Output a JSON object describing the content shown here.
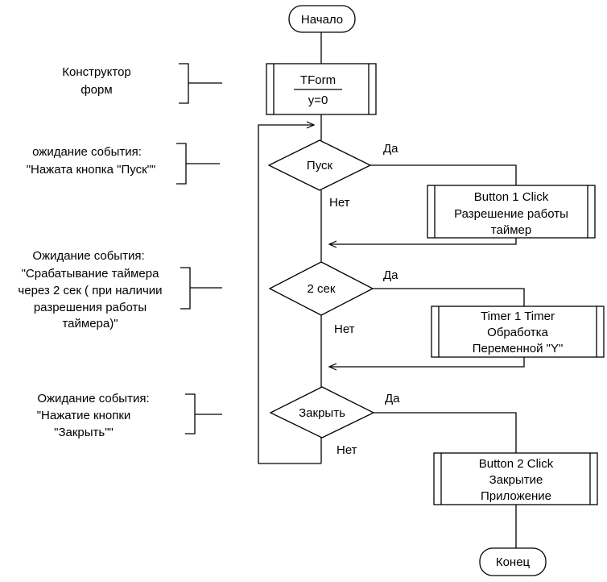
{
  "terminals": {
    "start": "Начало",
    "end": "Конец"
  },
  "init_block": {
    "title": "TForm",
    "body": "y=0"
  },
  "decisions": {
    "start": "Пуск",
    "timer": "2 сек",
    "close": "Закрыть"
  },
  "branch_labels": {
    "yes": "Да",
    "no": "Нет"
  },
  "processes": {
    "button1": [
      "Button 1 Click",
      "Разрешение работы",
      "таймер"
    ],
    "timer1": [
      "Timer 1 Timer",
      "Обработка",
      "Переменной \"Y\""
    ],
    "button2": [
      "Button 2 Click",
      "Закрытие",
      "Приложение"
    ]
  },
  "comments": {
    "designer": [
      "Конструктор",
      "форм"
    ],
    "wait_start": [
      "ожидание события:",
      "\"Нажата кнопка \"Пуск\"\""
    ],
    "wait_timer": [
      "Ожидание события:",
      "\"Срабатывание таймера",
      "через 2 сек ( при наличии",
      "разрешения работы",
      "таймера)\""
    ],
    "wait_close": [
      "Ожидание события:",
      "\"Нажатие кнопки",
      "\"Закрыть\"\""
    ]
  }
}
